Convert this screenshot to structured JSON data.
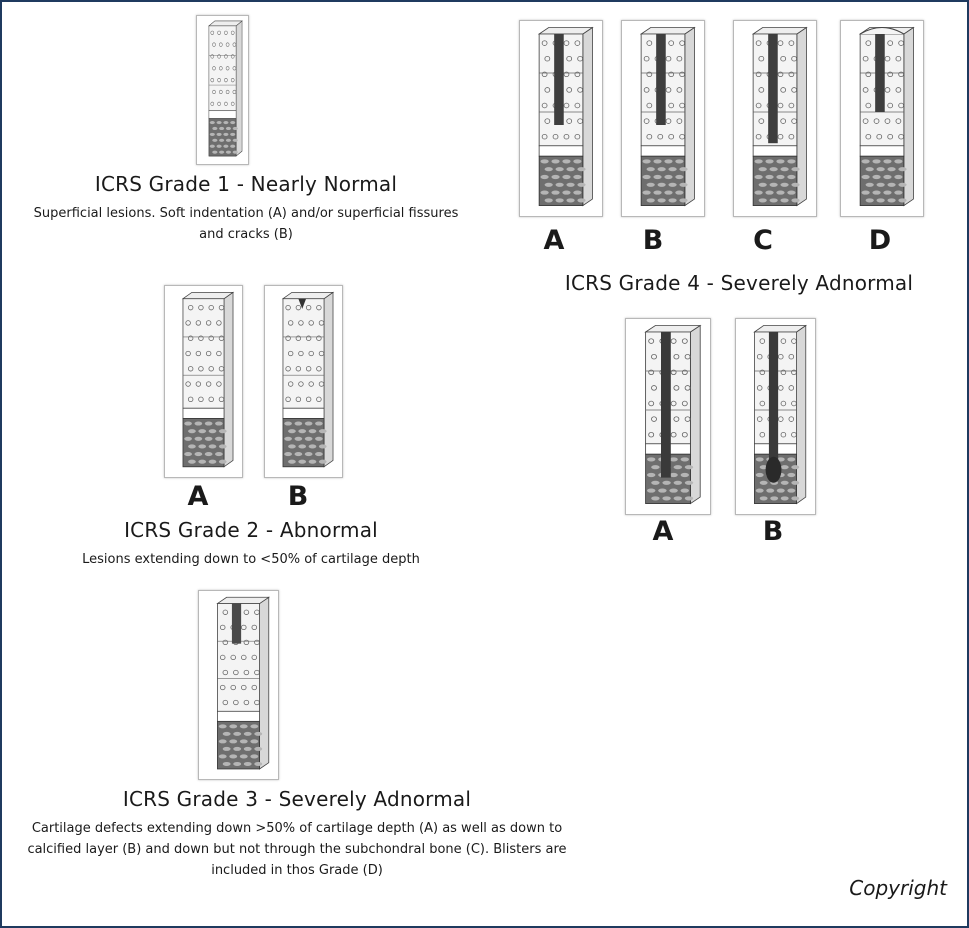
{
  "grade1": {
    "title": "ICRS Grade 1 - Nearly Normal",
    "desc_line1": "Superficial lesions. Soft indentation (A) and/or superficial fissures",
    "desc_line2": "and cracks (B)"
  },
  "grade2": {
    "title": "ICRS Grade 2 - Abnormal",
    "desc": "Lesions extending down to <50% of cartilage depth",
    "labels": [
      "A",
      "B"
    ]
  },
  "grade3": {
    "title": "ICRS Grade 3 - Severely Adnormal",
    "desc_line1": "Cartilage defects extending down >50% of cartilage depth (A) as well as down to",
    "desc_line2": "calcified layer (B) and down but not through the subchondral bone (C). Blisters are",
    "desc_line3": "included in thos Grade (D)"
  },
  "grade4": {
    "title": "ICRS Grade 4 - Severely Adnormal",
    "top_labels": [
      "A",
      "B",
      "C",
      "D"
    ],
    "bottom_labels": [
      "A",
      "B"
    ]
  },
  "copyright": "Copyright"
}
